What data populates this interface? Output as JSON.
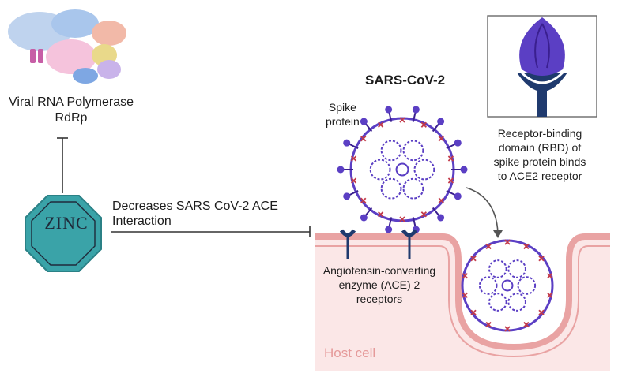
{
  "polymerase": {
    "line1": "Viral RNA Polymerase",
    "line2": "RdRp"
  },
  "zinc": {
    "label": "ZINC"
  },
  "inhibition_arrow": {
    "line1": "Decreases SARS CoV-2 ACE",
    "line2": "Interaction"
  },
  "virus": {
    "title": "SARS-CoV-2",
    "spike_line1": "Spike",
    "spike_line2": "protein"
  },
  "rbd": {
    "line1": "Receptor-binding",
    "line2": "domain (RBD) of",
    "line3": "spike protein binds",
    "line4": "to ACE2 receptor"
  },
  "receptors": {
    "line1": "Angiotensin-converting",
    "line2": "enzyme (ACE) 2",
    "line3": "receptors"
  },
  "host": {
    "label": "Host cell"
  },
  "colors": {
    "spike_purple": "#5b3fc4",
    "spike_dark": "#3a1f8f",
    "virus_red": "#c23a4a",
    "zinc_teal": "#3aa3a8",
    "host_fill": "#fbe7e7",
    "host_membrane": "#e9a3a3",
    "receptor_navy": "#1f3a6e"
  }
}
